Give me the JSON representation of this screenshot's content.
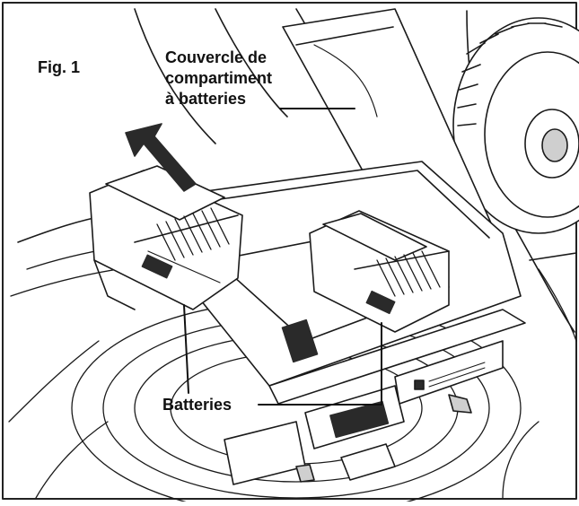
{
  "figure": {
    "label": "Fig. 1",
    "cover_label_lines": [
      "Couvercle de",
      "compartiment",
      "à batteries"
    ],
    "batteries_label": "Batteries",
    "colors": {
      "line": "#1a1a1a",
      "fill": "#ffffff",
      "shade": "#cfcfcf",
      "dark": "#2a2a2a",
      "frame": "#222222"
    }
  }
}
